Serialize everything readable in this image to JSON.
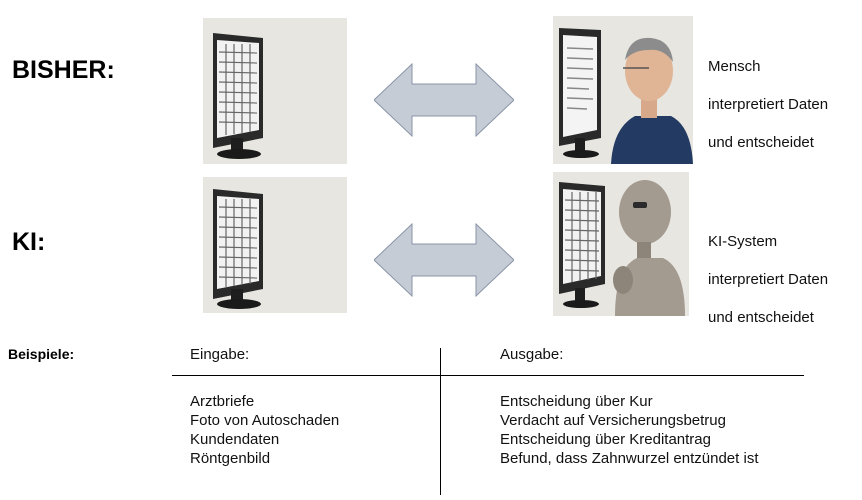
{
  "rows": {
    "bisher": {
      "label": "BISHER:",
      "description_lines": [
        "Mensch",
        "interpretiert Daten",
        "und entscheidet"
      ]
    },
    "ki": {
      "label": "KI:",
      "description_lines": [
        "KI-System",
        "interpretiert Daten",
        "und entscheidet"
      ]
    }
  },
  "examples": {
    "label": "Beispiele:",
    "input_header": "Eingabe:",
    "output_header": "Ausgabe:",
    "inputs": [
      "Arztbriefe",
      "Foto von Autoschaden",
      "Kundendaten",
      "Röntgenbild"
    ],
    "outputs": [
      "Entscheidung über Kur",
      "Verdacht auf Versicherungsbetrug",
      "Entscheidung über Kreditantrag",
      "Befund, dass Zahnwurzel entzündet ist"
    ]
  },
  "colors": {
    "arrow_fill": "#c6ccd6",
    "arrow_stroke": "#8a94a6",
    "panel_bg": "#e7e6e1",
    "monitor": "#2a2a2a",
    "screen": "#f2f2f2",
    "robot": "#a39a90"
  }
}
